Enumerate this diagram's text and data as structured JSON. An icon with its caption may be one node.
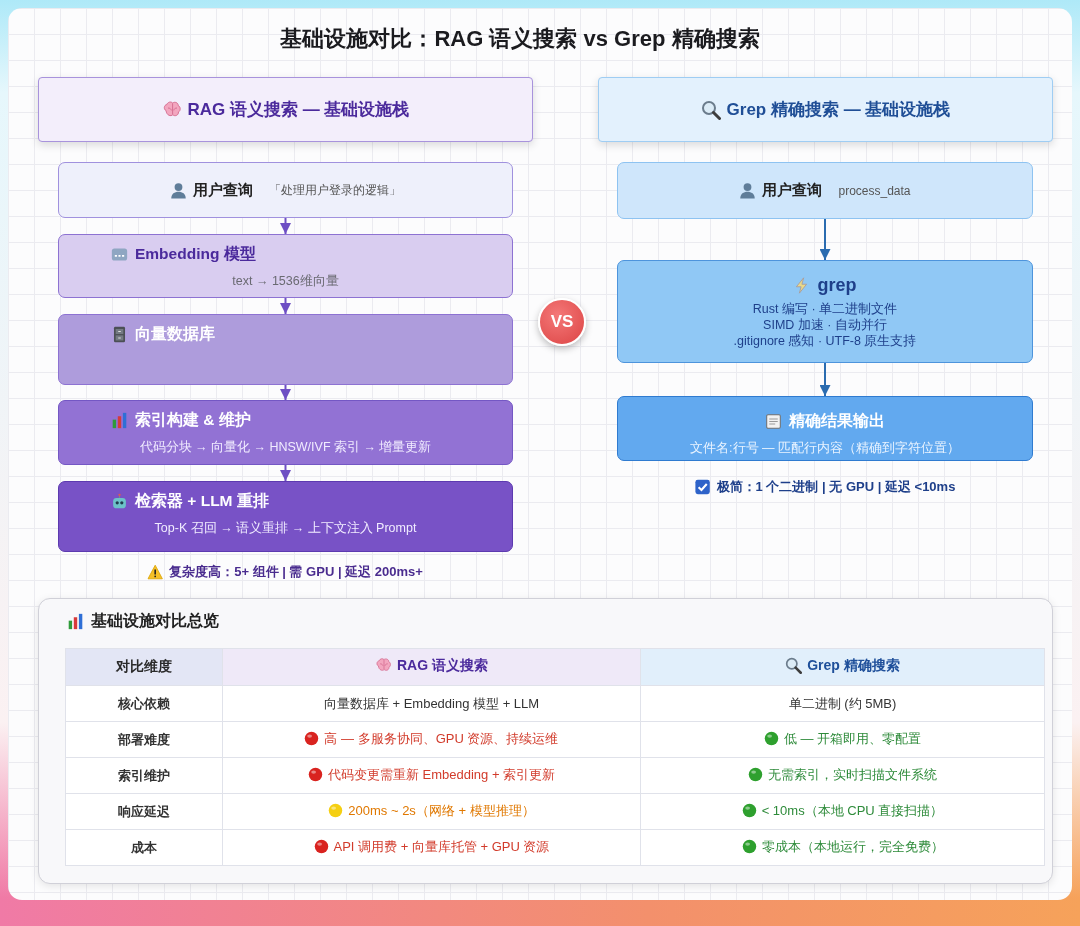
{
  "diagram": {
    "title": "基础设施对比：RAG 语义搜索 vs Grep 精确搜索",
    "nodes": [
      {
        "text": [
          "RAG 语义搜索 — 基础设施栈"
        ]
      },
      {
        "text": [
          "用户查询",
          "「处理用户登录的逻辑」"
        ]
      },
      {
        "text": [
          "Embedding 模型",
          "text → 1536维向量"
        ]
      },
      {
        "text": [
          "向量数据库"
        ]
      },
      {
        "text": [
          "索引构建 & 维护",
          "代码分块 → 向量化 → HNSW/IVF 索引 → 增量更新"
        ]
      },
      {
        "text": [
          "检索器 + LLM 重排",
          "Top-K 召回 → 语义重排 → 上下文注入 Prompt"
        ]
      },
      {
        "text": [
          "VS"
        ]
      },
      {
        "text": [
          "Grep 精确搜索 — 基础设施栈"
        ]
      },
      {
        "text": [
          "用户查询",
          "process_data"
        ]
      },
      {
        "text": [
          "grep",
          "Rust 编写 · 单二进制文件",
          "SIMD 加速 · 自动并行",
          ".gitignore 感知 · UTF-8 原生支持"
        ]
      },
      {
        "text": [
          "精确结果输出",
          "文件名:行号 — 匹配行内容（精确到字符位置）"
        ]
      },
      {
        "text": [
          "基础设施对比总览"
        ]
      }
    ],
    "edges": [
      {
        "from": 1,
        "to": 2,
        "arrow": "to"
      },
      {
        "from": 2,
        "to": 3,
        "arrow": "to"
      },
      {
        "from": 3,
        "to": 4,
        "arrow": "to"
      },
      {
        "from": 4,
        "to": 5,
        "arrow": "to"
      },
      {
        "from": 8,
        "to": 9,
        "arrow": "to",
        "color": "#2b6cb0"
      },
      {
        "from": 9,
        "to": 10,
        "arrow": "to",
        "color": "#2b6cb0"
      }
    ],
    "labels": [
      "复杂度高：5+ 组件 | 需 GPU | 延迟 200ms+",
      "极简：1 个二进制 | 无 GPU | 延迟 <10ms",
      "对比维度",
      "RAG 语义搜索",
      "Grep 精确搜索",
      "核心依赖",
      "向量数据库 + Embedding 模型 + LLM",
      "单二进制 (约 5MB)",
      "部署难度",
      "高 — 多服务协同、GPU 资源、持续运维",
      "低 — 开箱即用、零配置",
      "索引维护",
      "代码变更需重新 Embedding + 索引更新",
      "无需索引，实时扫描文件系统",
      "响应延迟",
      "200ms ~ 2s（网络 + 模型推理）",
      "< 10ms（本地 CPU 直接扫描）",
      "成本",
      "API 调用费 + 向量库托管 + GPU 资源",
      "零成本（本地运行，完全免费）"
    ]
  }
}
